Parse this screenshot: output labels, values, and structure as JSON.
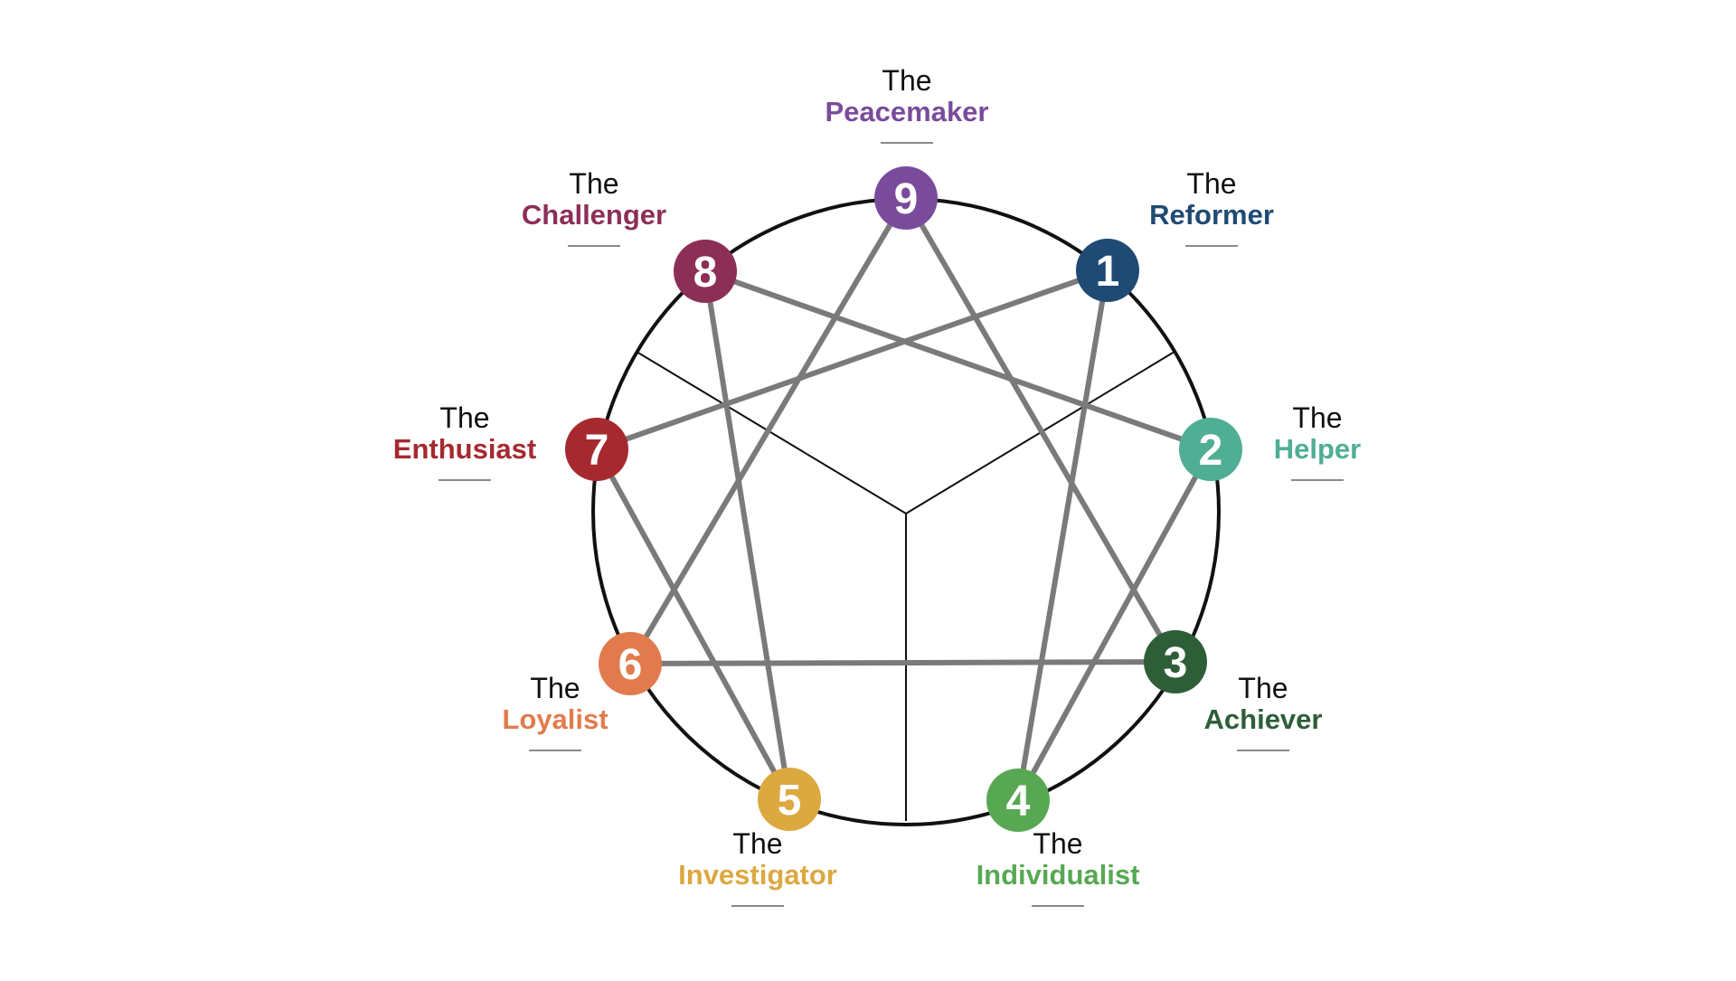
{
  "diagram": {
    "circle_stroke": "#111111",
    "connector_color": "#7a7a7a",
    "center_divider_color": "#111111",
    "types": [
      {
        "number": "1",
        "prefix": "The",
        "name": "Reformer",
        "color": "#1f4a73"
      },
      {
        "number": "2",
        "prefix": "The",
        "name": "Helper",
        "color": "#4fae94"
      },
      {
        "number": "3",
        "prefix": "The",
        "name": "Achiever",
        "color": "#2e5e38"
      },
      {
        "number": "4",
        "prefix": "The",
        "name": "Individualist",
        "color": "#58a853"
      },
      {
        "number": "5",
        "prefix": "The",
        "name": "Investigator",
        "color": "#dca840"
      },
      {
        "number": "6",
        "prefix": "The",
        "name": "Loyalist",
        "color": "#e17b4d"
      },
      {
        "number": "7",
        "prefix": "The",
        "name": "Enthusiast",
        "color": "#a5292f"
      },
      {
        "number": "8",
        "prefix": "The",
        "name": "Challenger",
        "color": "#8c2f57"
      },
      {
        "number": "9",
        "prefix": "The",
        "name": "Peacemaker",
        "color": "#7a4b9b"
      }
    ]
  }
}
